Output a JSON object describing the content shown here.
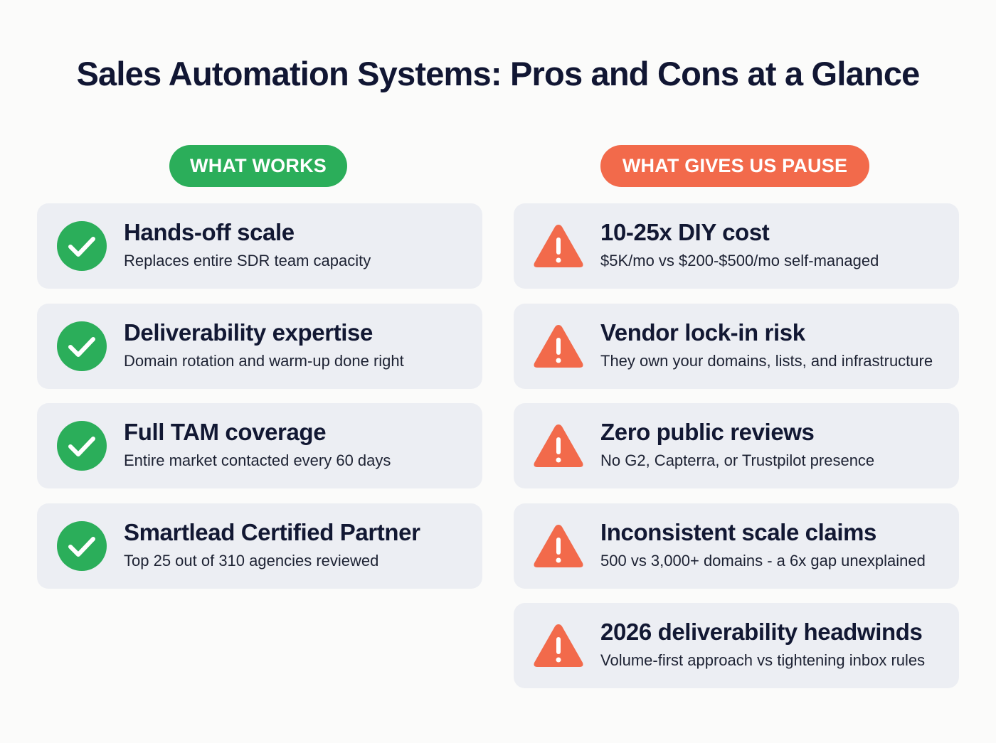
{
  "title": "Sales Automation Systems: Pros and Cons at a Glance",
  "pros": {
    "label": "WHAT WORKS",
    "color": "#2bae5a",
    "icon": "check-circle-icon",
    "items": [
      {
        "heading": "Hands-off scale",
        "sub": "Replaces entire SDR team capacity"
      },
      {
        "heading": "Deliverability expertise",
        "sub": "Domain rotation and warm-up done right"
      },
      {
        "heading": "Full TAM coverage",
        "sub": "Entire market contacted every 60 days"
      },
      {
        "heading": "Smartlead Certified Partner",
        "sub": "Top 25 out of 310 agencies reviewed"
      }
    ]
  },
  "cons": {
    "label": "WHAT GIVES US PAUSE",
    "color": "#f26a4b",
    "icon": "warning-triangle-icon",
    "items": [
      {
        "heading": "10-25x DIY cost",
        "sub": "$5K/mo vs $200-$500/mo self-managed"
      },
      {
        "heading": "Vendor lock-in risk",
        "sub": "They own your domains, lists, and infrastructure"
      },
      {
        "heading": "Zero public reviews",
        "sub": "No G2, Capterra, or Trustpilot presence"
      },
      {
        "heading": "Inconsistent scale claims",
        "sub": "500 vs 3,000+ domains - a 6x gap unexplained"
      },
      {
        "heading": "2026 deliverability headwinds",
        "sub": "Volume-first approach vs tightening inbox rules"
      }
    ]
  }
}
